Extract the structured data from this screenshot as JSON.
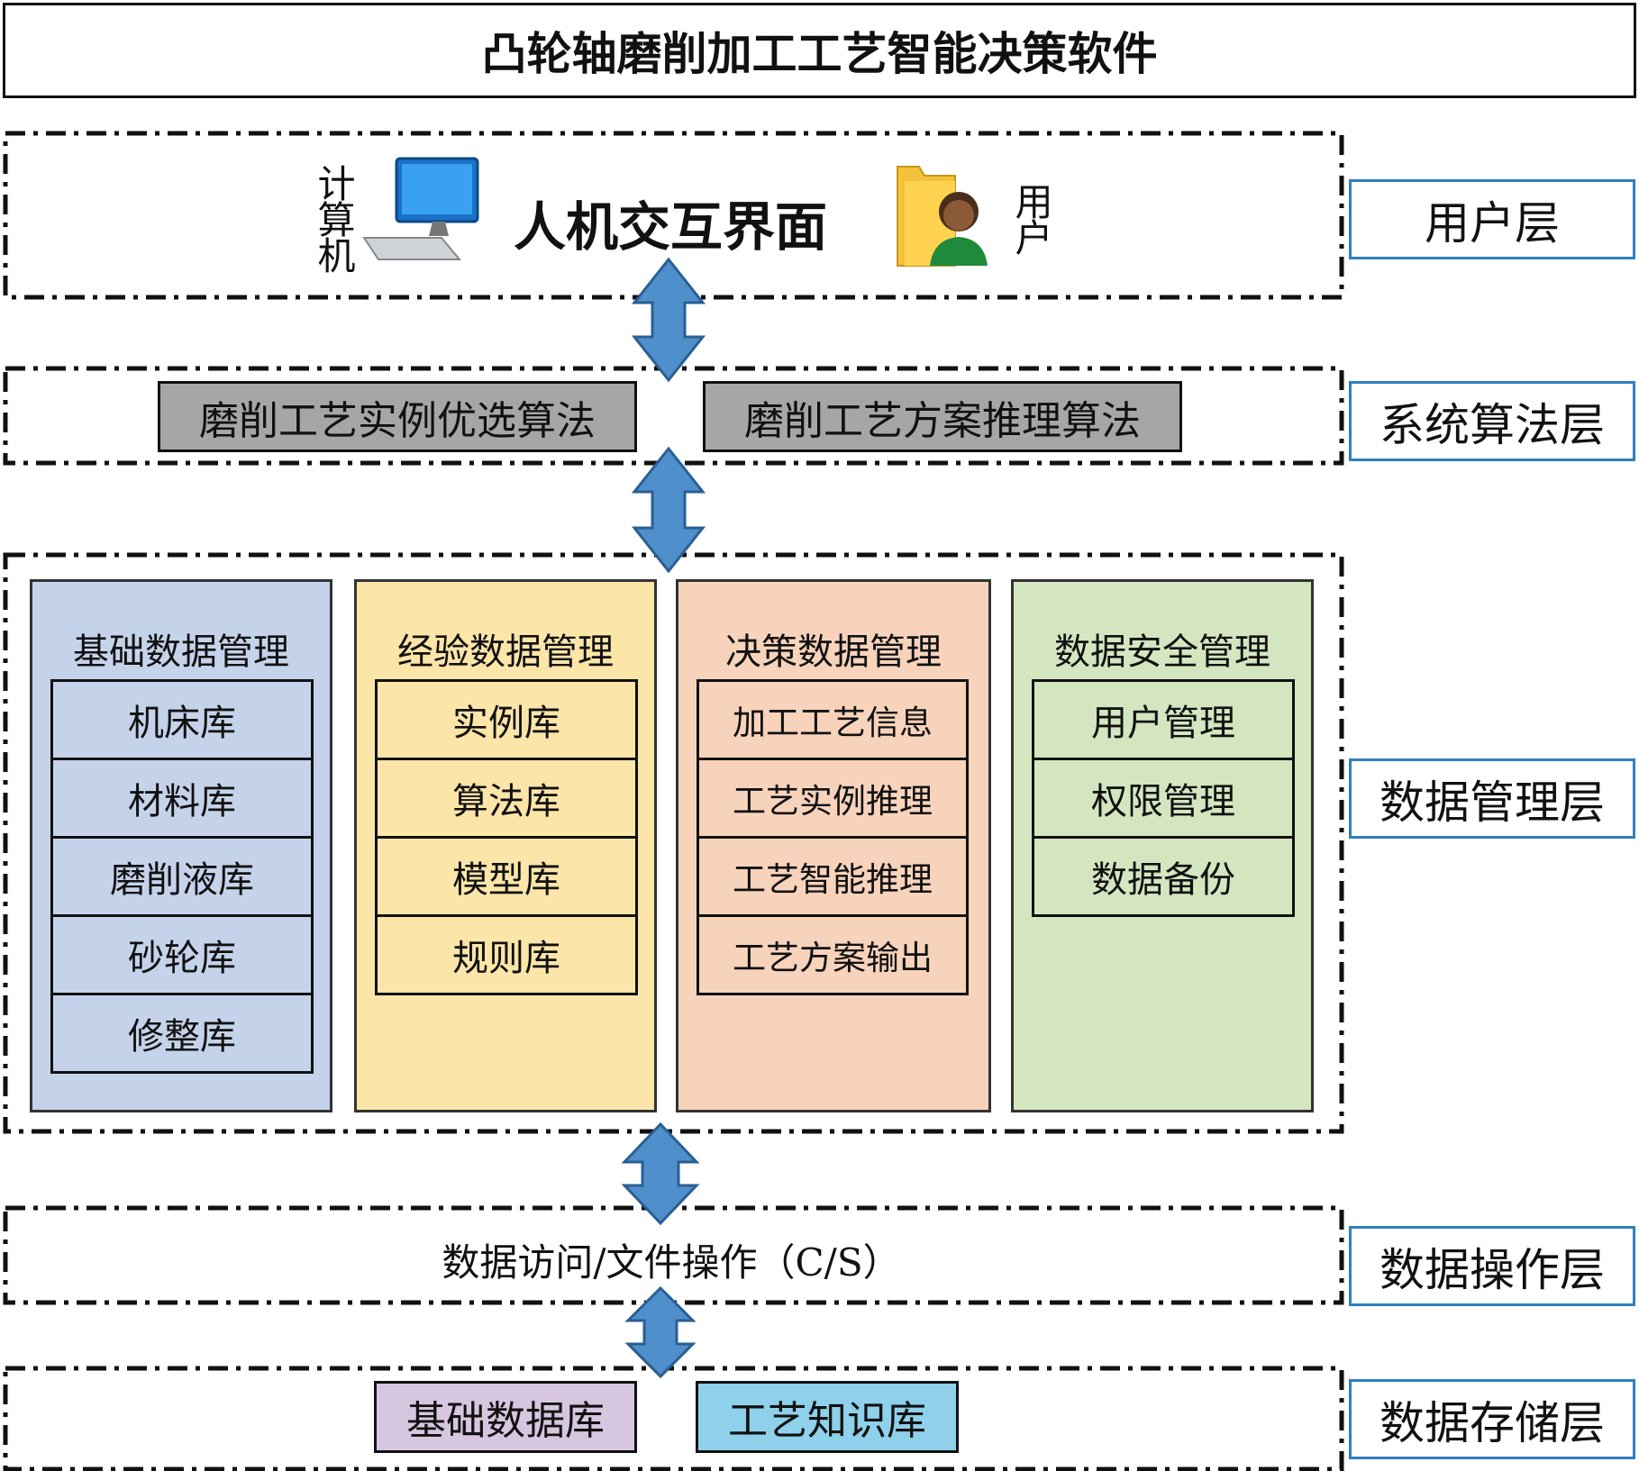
{
  "title": "凸轮轴磨削加工工艺智能决策软件",
  "user_layer": {
    "tag": "用户层",
    "computer_label": "计算机",
    "interface_label": "人机交互界面",
    "user_label": "用户"
  },
  "algorithm_layer": {
    "tag": "系统算法层",
    "algorithms": [
      "磨削工艺实例优选算法",
      "磨削工艺方案推理算法"
    ]
  },
  "data_management_layer": {
    "tag": "数据管理层",
    "columns": [
      {
        "title": "基础数据管理",
        "items": [
          "机床库",
          "材料库",
          "磨削液库",
          "砂轮库",
          "修整库"
        ]
      },
      {
        "title": "经验数据管理",
        "items": [
          "实例库",
          "算法库",
          "模型库",
          "规则库"
        ]
      },
      {
        "title": "决策数据管理",
        "items": [
          "加工工艺信息",
          "工艺实例推理",
          "工艺智能推理",
          "工艺方案输出"
        ]
      },
      {
        "title": "数据安全管理",
        "items": [
          "用户管理",
          "权限管理",
          "数据备份"
        ]
      }
    ]
  },
  "data_operation_layer": {
    "tag": "数据操作层",
    "text": "数据访问/文件操作（C/S）"
  },
  "data_storage_layer": {
    "tag": "数据存储层",
    "databases": [
      "基础数据库",
      "工艺知识库"
    ]
  },
  "colors": {
    "basic": "#c5d3ea",
    "experience": "#fbe5a8",
    "decision": "#f7d3bb",
    "security": "#d3e6c0",
    "tag_border": "#2f7fc1",
    "arrow": "#4f8fcc",
    "algo_fill": "#a6a6a6",
    "basic_db": "#d7c6e0",
    "knowledge_db": "#8fd0ea"
  }
}
